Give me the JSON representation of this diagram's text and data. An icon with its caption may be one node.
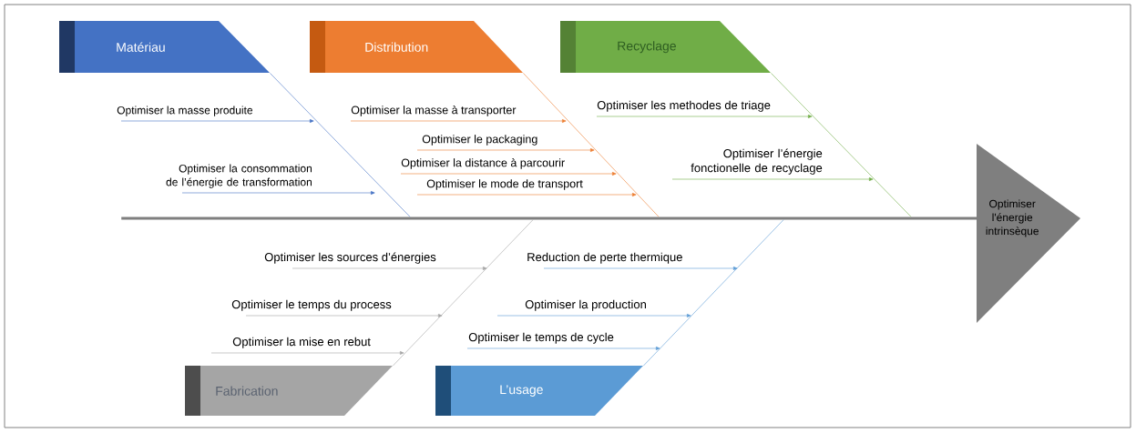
{
  "diagram": {
    "nodes": [
      {
        "text": [
          "Matériau"
        ]
      },
      {
        "text": [
          "Distribution"
        ]
      },
      {
        "text": [
          "Recyclage"
        ]
      },
      {
        "text": [
          "Optimiser la masse produite"
        ]
      },
      {
        "text": [
          "Optimiser la consommation de l’énergie de transformation"
        ]
      },
      {
        "text": [
          "Optimiser la masse à transporter"
        ]
      },
      {
        "text": [
          "Optimiser le packaging"
        ]
      },
      {
        "text": [
          "Optimiser la distance à parcourir"
        ]
      },
      {
        "text": [
          "Optimiser le mode de transport"
        ]
      },
      {
        "text": [
          "Optimiser les methodes de  triage"
        ]
      },
      {
        "text": [
          "Optimiser l’énergie fonctionelle de recyclage"
        ]
      },
      {
        "text": [
          "Optimiser l'énergie intrinsèque"
        ]
      },
      {
        "text": [
          "Optimiser les sources d’énergies"
        ]
      },
      {
        "text": [
          "Optimiser le temps du process"
        ]
      },
      {
        "text": [
          "Optimiser la mise en rebut"
        ]
      },
      {
        "text": [
          "Reduction de perte thermique"
        ]
      },
      {
        "text": [
          "Optimiser la production"
        ]
      },
      {
        "text": [
          "Optimiser le temps de cycle"
        ]
      },
      {
        "text": [
          "Fabrication"
        ]
      },
      {
        "text": [
          "L’usage"
        ]
      },
      {
        "text": [],
        "shape": "bar"
      }
    ],
    "edges": [
      {
        "from": 0,
        "to": 20,
        "arrow": "none",
        "color": "#4472c4"
      },
      {
        "from": 1,
        "to": 20,
        "arrow": "none",
        "color": "#ed7d31"
      },
      {
        "from": 2,
        "to": 20,
        "arrow": "none",
        "color": "#70ad47"
      },
      {
        "from": 18,
        "to": 20,
        "arrow": "none",
        "color": "#a5a5a5"
      },
      {
        "from": 19,
        "to": 20,
        "arrow": "none",
        "color": "#5b9bd5"
      },
      {
        "from": 3,
        "to": null,
        "arrow": "to",
        "color": "#4472c4"
      },
      {
        "from": 4,
        "to": null,
        "arrow": "to",
        "color": "#4472c4"
      },
      {
        "from": 5,
        "to": null,
        "arrow": "to",
        "color": "#ed7d31"
      },
      {
        "from": 6,
        "to": null,
        "arrow": "to",
        "color": "#ed7d31"
      },
      {
        "from": 7,
        "to": null,
        "arrow": "to",
        "color": "#ed7d31"
      },
      {
        "from": 8,
        "to": null,
        "arrow": "to",
        "color": "#ed7d31"
      },
      {
        "from": 9,
        "to": null,
        "arrow": "to",
        "color": "#70ad47"
      },
      {
        "from": 10,
        "to": null,
        "arrow": "to",
        "color": "#70ad47"
      },
      {
        "from": 12,
        "to": null,
        "arrow": "to",
        "color": "#a5a5a5"
      },
      {
        "from": 13,
        "to": null,
        "arrow": "to",
        "color": "#a5a5a5"
      },
      {
        "from": 14,
        "to": null,
        "arrow": "to",
        "color": "#a5a5a5"
      },
      {
        "from": 15,
        "to": null,
        "arrow": "to",
        "color": "#5b9bd5"
      },
      {
        "from": 16,
        "to": null,
        "arrow": "to",
        "color": "#5b9bd5"
      },
      {
        "from": 17,
        "to": null,
        "arrow": "to",
        "color": "#5b9bd5"
      }
    ]
  }
}
